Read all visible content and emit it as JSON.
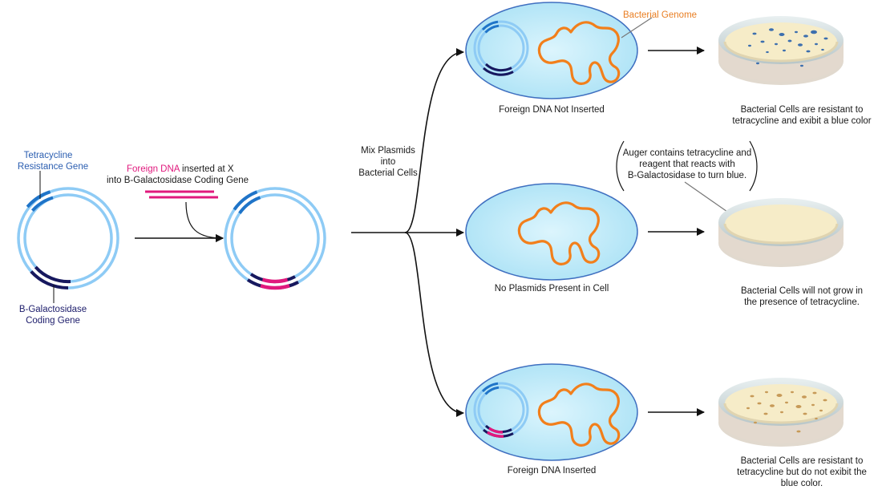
{
  "labels": {
    "tet_gene_1": "Tetracycline",
    "tet_gene_2": "Resistance Gene",
    "bgal_gene_1": "B-Galactosidase",
    "bgal_gene_2": "Coding Gene",
    "foreign_dna": "Foreign DNA",
    "inserted_at": " inserted at X",
    "into_gene": "into B-Galactosidase Coding Gene",
    "mix_1": "Mix Plasmids",
    "mix_2": "into",
    "mix_3": "Bacterial Cells",
    "bacterial_genome": "Bacterial Genome",
    "cell_top": "Foreign DNA Not Inserted",
    "cell_mid": "No Plasmids Present in Cell",
    "cell_bot": "Foreign DNA Inserted",
    "result_top_1": "Bacterial Cells are resistant to",
    "result_top_2": "tetracycline and exibit a blue color",
    "result_mid_1": "Bacterial Cells will not grow in",
    "result_mid_2": "the presence of tetracycline.",
    "result_bot_1": "Bacterial Cells are resistant to",
    "result_bot_2": "tetracycline but do not exibit the",
    "result_bot_3": "blue color.",
    "note_1": "Auger contains tetracycline and",
    "note_2": "reagent that reacts with",
    "note_3": "B-Galactosidase to turn blue."
  },
  "colors": {
    "plasmid": "#8ecbf5",
    "tet_gene": "#1f74c8",
    "bgal_gene": "#17185e",
    "foreign_dna": "#e0197d",
    "genome": "#f27f1b",
    "cell_fill": "#cdeefa",
    "cell_stroke": "#3f6fc0",
    "agar": "#f6ecc8",
    "blue_colony": "#3d6fae",
    "tan_colony": "#c79a58"
  },
  "icons": {
    "arrow": "arrow-icon",
    "dish": "petri-dish-icon",
    "cell": "bacterial-cell-icon",
    "plasmid": "plasmid-icon"
  }
}
